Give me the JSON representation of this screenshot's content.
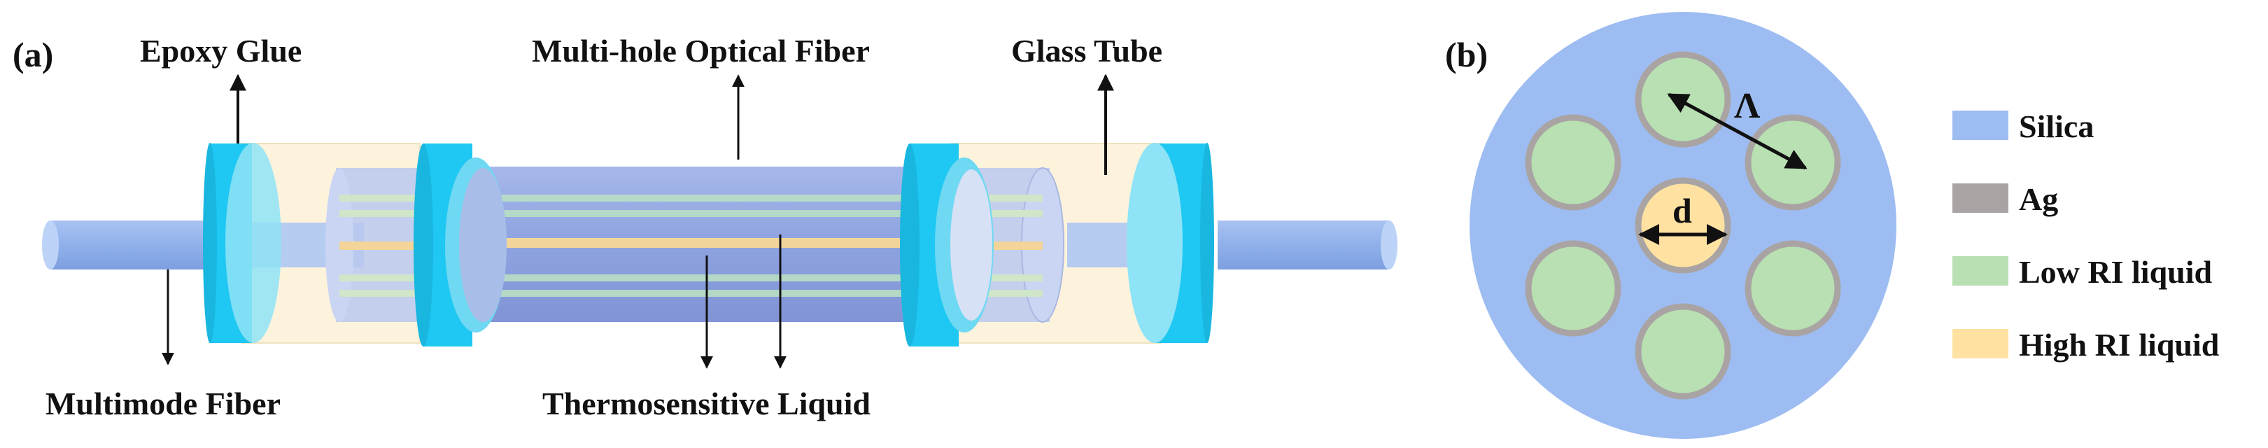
{
  "panel_a": {
    "label": "(a)",
    "annotations": {
      "epoxy_glue": "Epoxy Glue",
      "multi_hole_fiber": "Multi-hole Optical Fiber",
      "glass_tube": "Glass Tube",
      "multimode_fiber": "Multimode Fiber",
      "thermosensitive_liquid": "Thermosensitive Liquid"
    }
  },
  "panel_b": {
    "label": "(b)",
    "pitch_symbol": "Λ",
    "diameter_symbol": "d"
  },
  "legend": [
    {
      "label": "Silica",
      "color": "#9dbcf2"
    },
    {
      "label": "Ag",
      "color": "#a9a4a3"
    },
    {
      "label": "Low RI liquid",
      "color": "#b8e0b2"
    },
    {
      "label": "High RI liquid",
      "color": "#ffe1a2"
    }
  ],
  "colors": {
    "fiber": "#8fb0ea",
    "fiber_end": "#bcd2f7",
    "glue": "#1ec8f2",
    "glue_face": "#8fe3f6",
    "glass_tube": "#fdf3dc",
    "mof_body": "#8fa6e2",
    "liquid_low": "#b8e0b2",
    "liquid_high": "#f3d59a",
    "silver": "#a9a4a3"
  }
}
